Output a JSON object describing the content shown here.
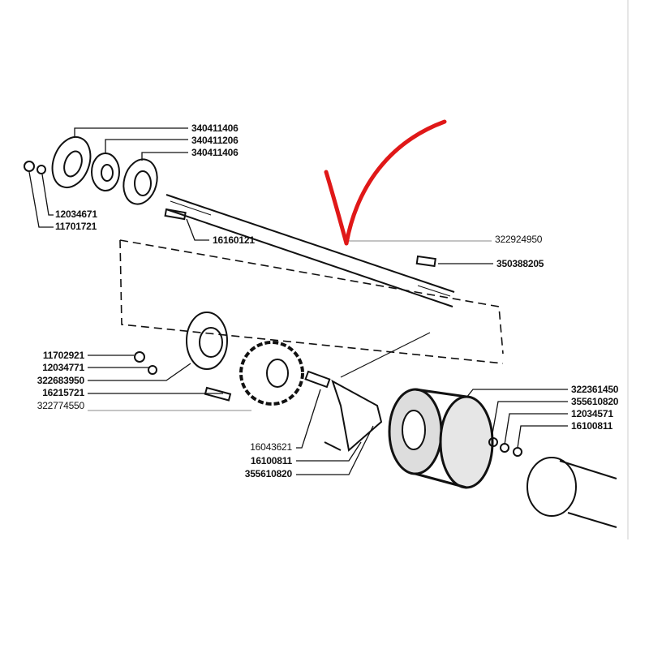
{
  "labels": {
    "top_flange_1": "340411406",
    "top_bearing": "340411206",
    "top_flange_2": "340411406",
    "top_washer": "12034671",
    "top_nut": "11701721",
    "shaft_bolt": "16160121",
    "shaft": "322924950",
    "shaft_pin": "350388205",
    "hub_nut": "11702921",
    "hub_washer": "12034771",
    "hub": "322683950",
    "hub_screw": "16215721",
    "sprocket": "322774550",
    "bracket_bolt": "16043621",
    "bracket_washer": "16100811",
    "bracket_spacer": "355610820",
    "drum": "322361450",
    "drum_spacer": "355610820",
    "drum_washer": "12034571",
    "drum_nut": "16100811"
  },
  "colors": {
    "arrow": "#e01818",
    "ink": "#111111"
  }
}
